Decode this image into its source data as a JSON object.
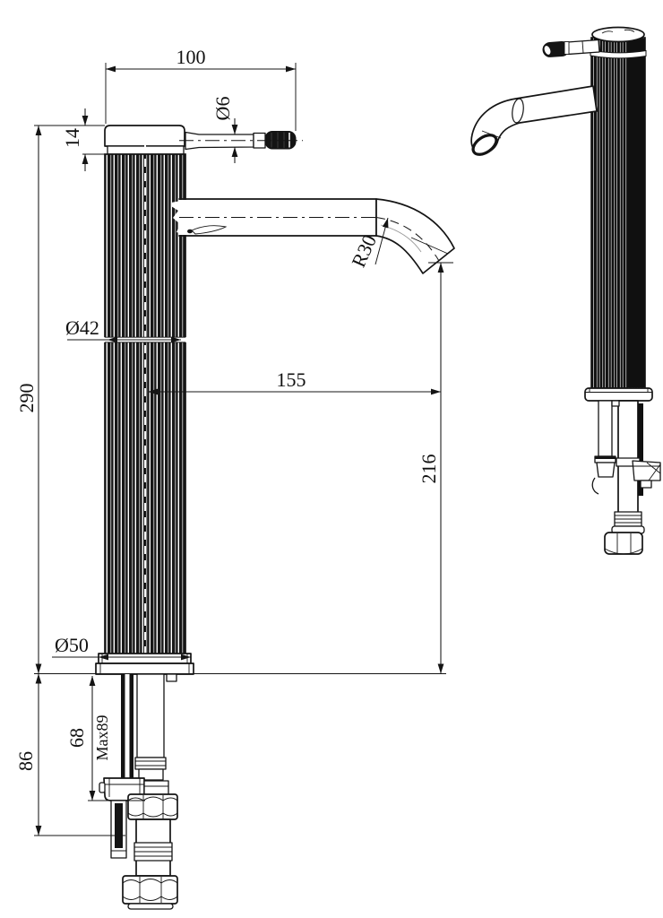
{
  "dimensions": {
    "handle_length": "100",
    "handle_dia": "Ø6",
    "cap_height": "14",
    "body_height": "290",
    "body_dia": "Ø42",
    "spout_reach": "155",
    "spout_height": "216",
    "spout_radius": "R30",
    "base_dia": "Ø50",
    "shank_len": "68",
    "shank_max": "Max89",
    "under_height": "86"
  },
  "colors": {
    "line": "#141414",
    "paper": "#ffffff"
  }
}
